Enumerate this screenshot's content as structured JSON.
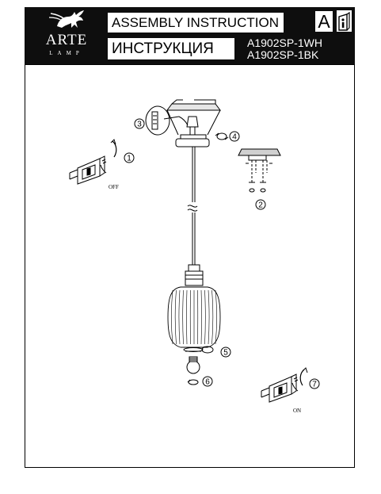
{
  "brand": {
    "name": "ARTE",
    "sub": "LAMP"
  },
  "header": {
    "title_en": "ASSEMBLY INSTRUCTION",
    "title_ru": "ИНСТРУКЦИЯ",
    "models": [
      "A1902SP-1WH",
      "A1902SP-1BK"
    ],
    "category_letter": "A"
  },
  "steps": [
    "1",
    "2",
    "3",
    "4",
    "5",
    "6",
    "7"
  ],
  "switch_labels": {
    "off": "OFF",
    "on": "ON"
  },
  "colors": {
    "header_bg": "#0e0e0e",
    "line": "#000000"
  }
}
